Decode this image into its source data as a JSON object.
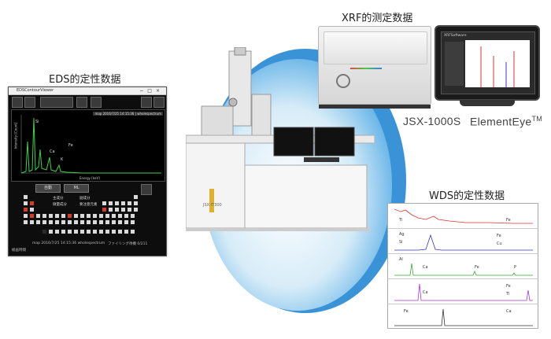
{
  "captions": {
    "eds": "EDS的定性数据",
    "xrf": "XRF的测定数据",
    "wds": "WDS的定性数据"
  },
  "products": {
    "xrf_model": "JSX-1000S",
    "software": "ElementEye",
    "software_mark": "TM"
  },
  "instrument": {
    "model_plate": "JSX-IT300"
  },
  "eds_window": {
    "title": "EDSContourViewer",
    "spectrum_tag": "map 2016/7/25 14:15:36 | wholespectrum",
    "x_axis_label": "Energy [keV]",
    "y_axis_label": "Intensity [Count]",
    "peaks": [
      "Si",
      "Ca",
      "K",
      "Fe"
    ],
    "buttons": [
      "自動",
      "ML"
    ],
    "legend": [
      "主成分",
      "副成分",
      "微量成分",
      "要注意元素"
    ],
    "status_left": "map 2016/7/25 14:15:36 wholespectrum",
    "status_right": "ファイリング待機  0/211",
    "footer": "総画時間",
    "colors": {
      "spectrum": "#3fd34a",
      "highlight": "#d83a2a"
    }
  },
  "monitor": {
    "app_name": "XRFSoftware"
  },
  "wds_panel": {
    "rows": [
      {
        "labels": [
          "Ti",
          "Fe"
        ],
        "color": "#d33"
      },
      {
        "labels": [
          "Ag",
          "Si",
          "Fe",
          "Cu"
        ],
        "color": "#33c"
      },
      {
        "labels": [
          "Al",
          "Ca",
          "Fe",
          "P"
        ],
        "color": "#3a3"
      },
      {
        "labels": [
          "Ca",
          "Fe",
          "Ti"
        ],
        "color": "#a3c"
      },
      {
        "labels": [
          "Fe",
          "Ca"
        ],
        "color": "#333"
      }
    ]
  },
  "colors": {
    "swoosh_outer": "#3a93d6",
    "swoosh_inner": "#d7ecf8"
  }
}
